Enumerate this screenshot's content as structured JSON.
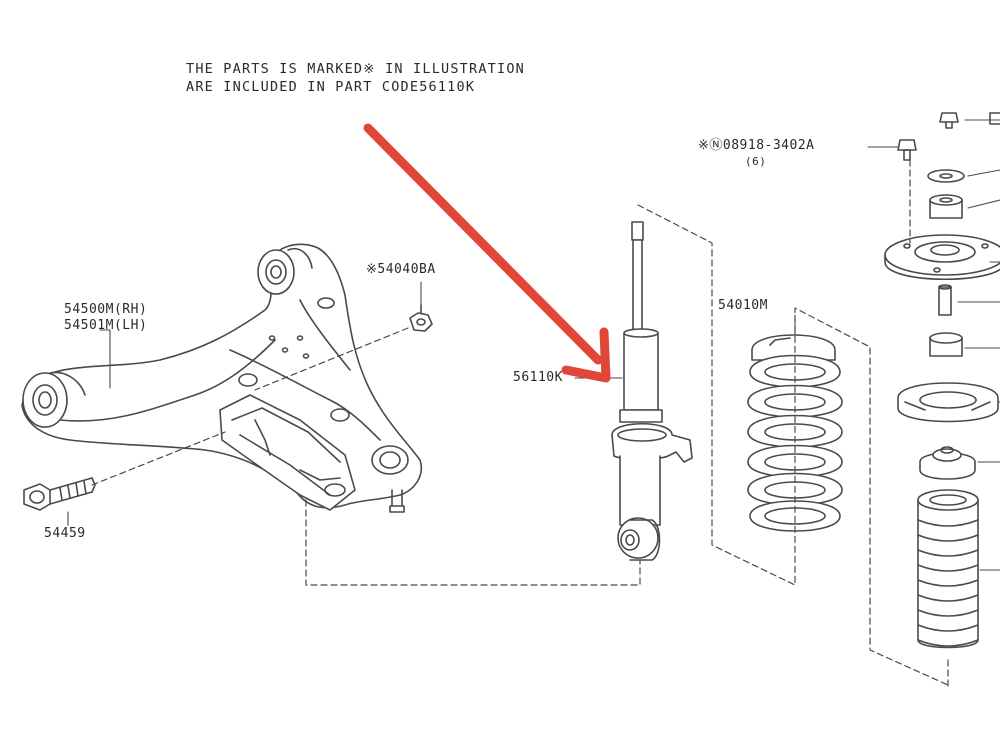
{
  "note": {
    "line1": "THE PARTS IS MARKED※  IN ILLUSTRATION",
    "line2": "ARE INCLUDED IN PART CODE56110K"
  },
  "parts": {
    "lower_arm_rh": "54500M(RH)",
    "lower_arm_lh": "54501M(LH)",
    "nut_54040": "※54040BA",
    "bolt_54459": "54459",
    "shock": "56110K",
    "spring": "54010M",
    "nut_08918": "※Ⓝ08918-3402A",
    "nut_qty": "(6)"
  },
  "colors": {
    "line": "#4a4a4a",
    "arrow": "#e2453a",
    "fill": "#ffffff"
  }
}
